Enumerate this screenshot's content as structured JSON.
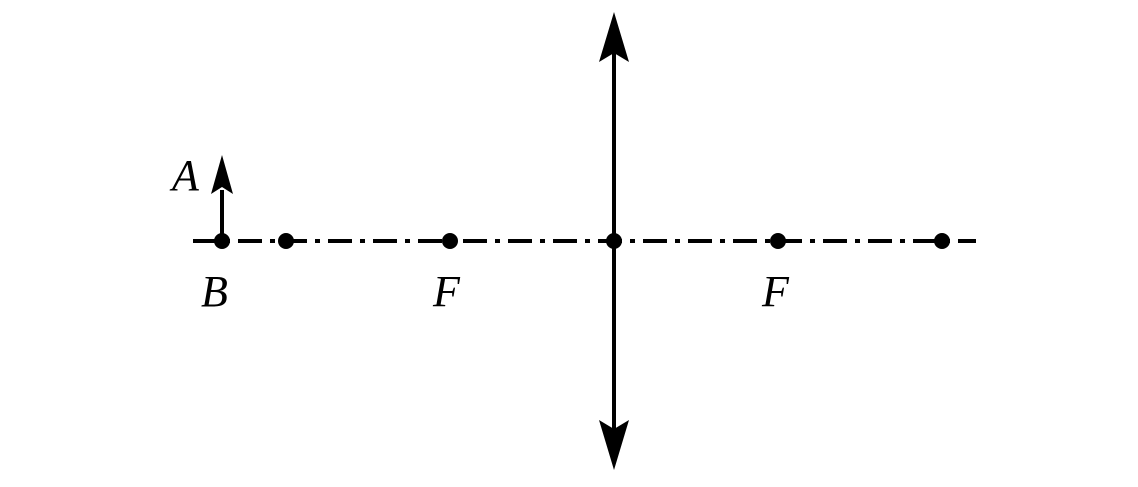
{
  "diagram": {
    "labels": {
      "object_top": "A",
      "object_base": "B",
      "focus_left": "F",
      "focus_right": "F"
    },
    "colors": {
      "ink": "#000000",
      "background": "#ffffff"
    },
    "lens_type": "convex",
    "icons": {
      "lens": "double-arrow-lens-icon",
      "object": "upward-arrow-icon"
    }
  }
}
